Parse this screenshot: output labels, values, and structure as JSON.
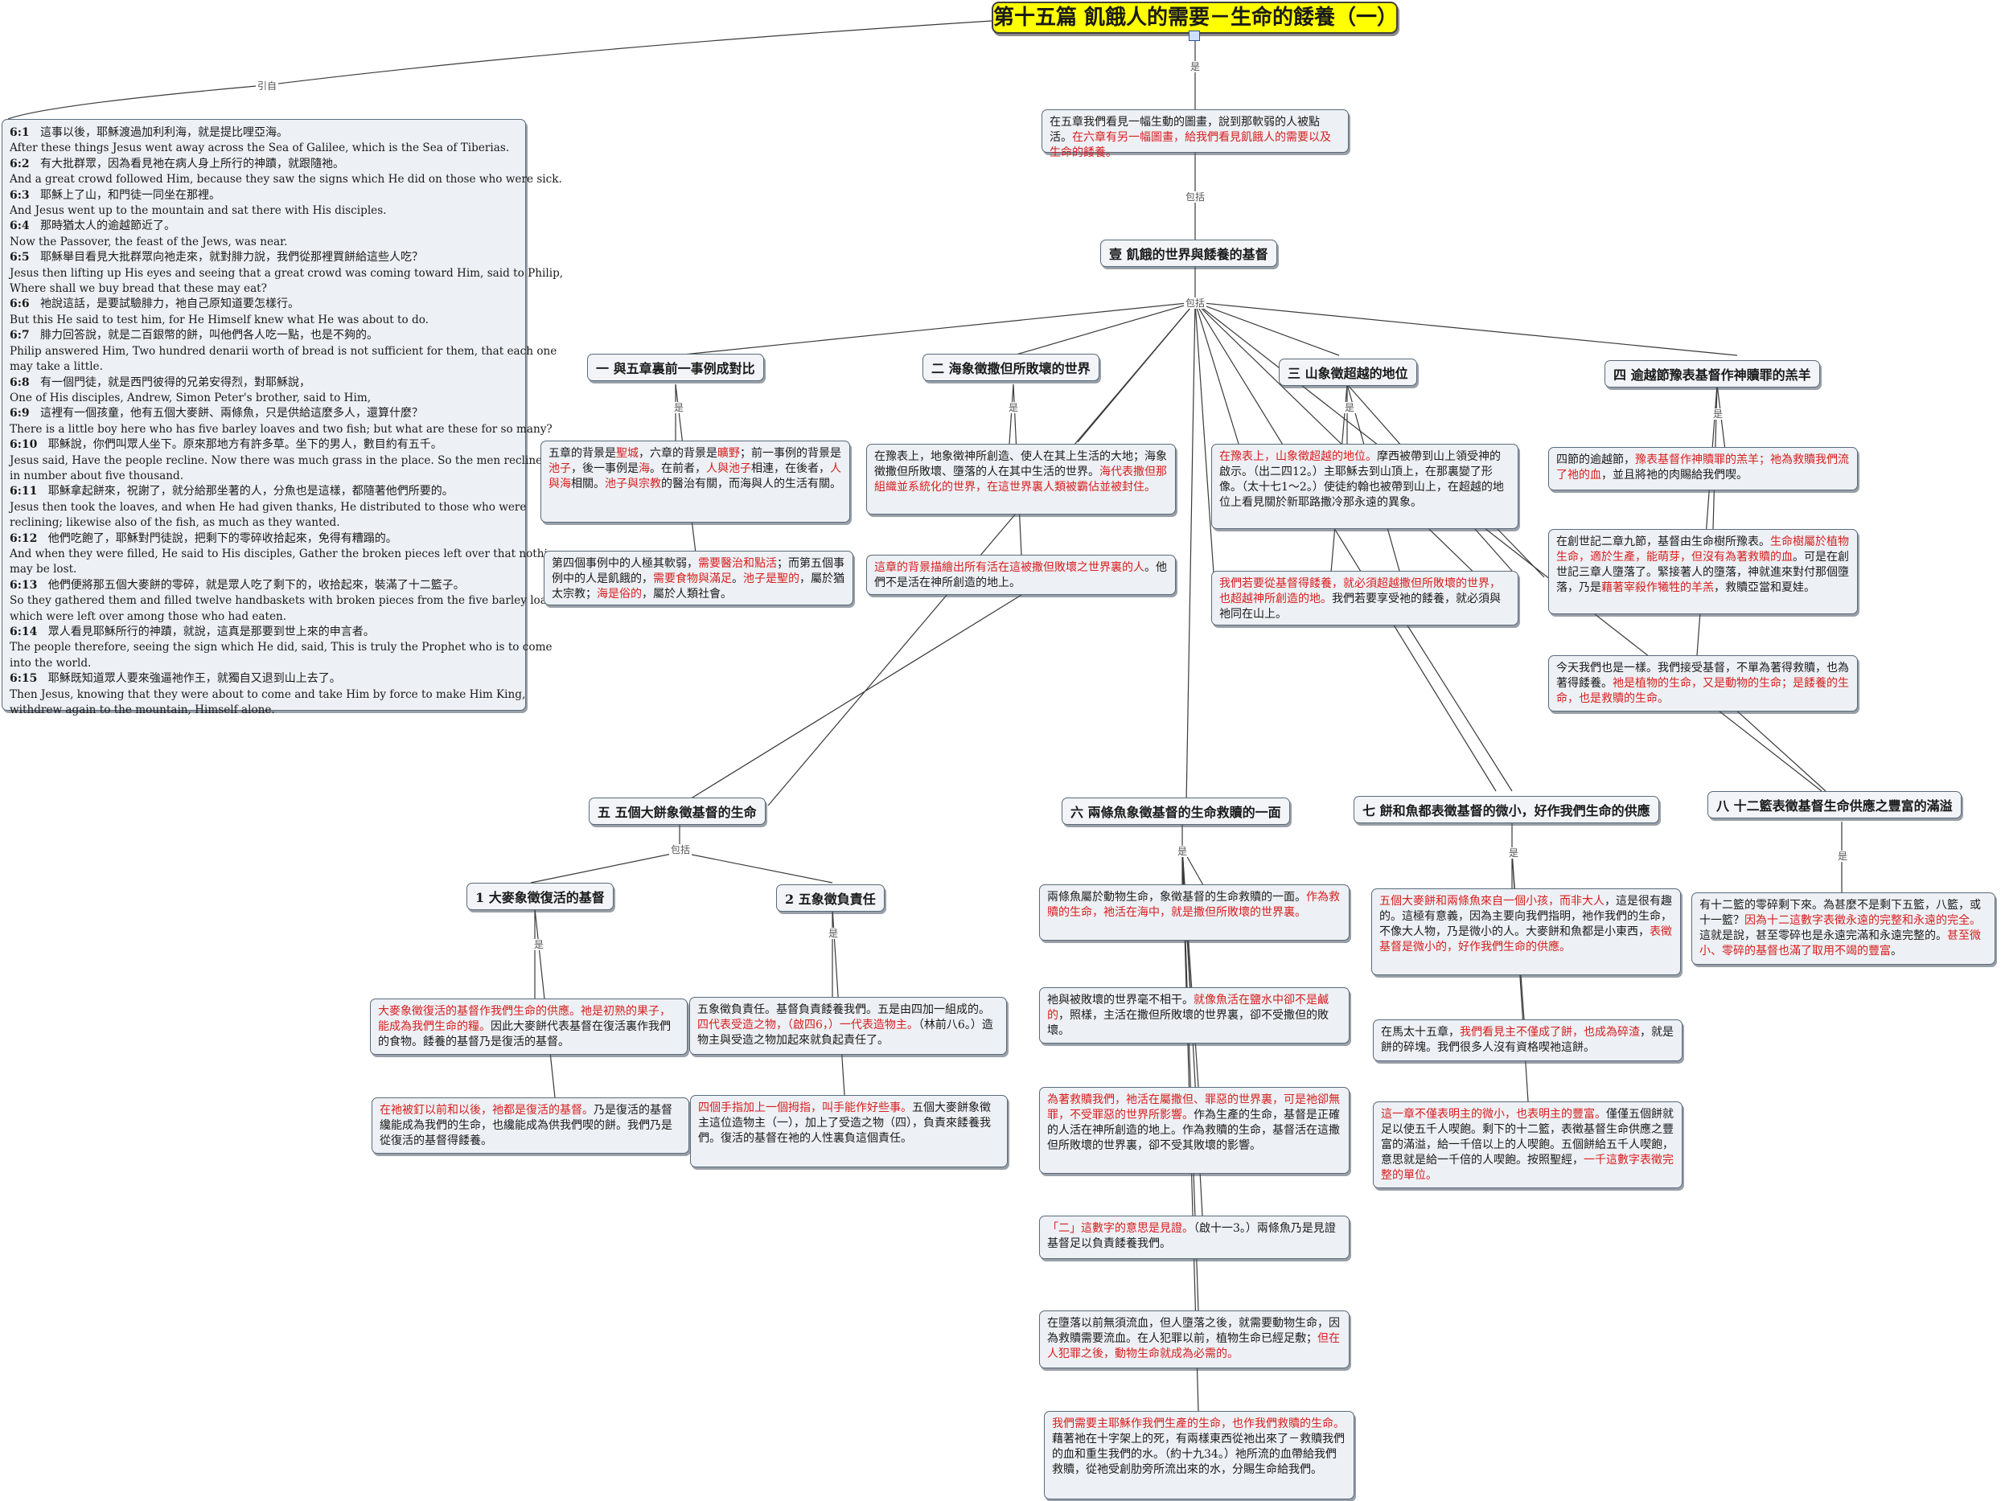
{
  "root": {
    "title": "第十五篇 飢餓人的需要－生命的餧養（一）"
  },
  "labels": {
    "quote": "引自",
    "is": "是",
    "includes": "包括"
  },
  "verses": [
    {
      "ref": "6:1",
      "zh": "這事以後，耶穌渡過加利利海，就是提比哩亞海。",
      "en": [
        "After these things Jesus went away across the Sea of Galilee, which is the Sea of Tiberias."
      ]
    },
    {
      "ref": "6:2",
      "zh": "有大批群眾，因為看見祂在病人身上所行的神蹟，就跟隨祂。",
      "en": [
        "And a great crowd followed Him, because they saw the signs which He did on those who were sick."
      ]
    },
    {
      "ref": "6:3",
      "zh": "耶穌上了山，和門徒一同坐在那裡。",
      "en": [
        "And Jesus went up to the mountain and sat there with His disciples."
      ]
    },
    {
      "ref": "6:4",
      "zh": "那時猶太人的逾越節近了。",
      "en": [
        "Now the Passover, the feast of the Jews, was near."
      ]
    },
    {
      "ref": "6:5",
      "zh": "耶穌舉目看見大批群眾向祂走來，就對腓力說，我們從那裡買餅給這些人吃？",
      "en": [
        "Jesus then lifting up His eyes and seeing that a great crowd was coming toward Him, said to Philip,",
        "Where shall we buy bread that these may eat?"
      ]
    },
    {
      "ref": "6:6",
      "zh": "祂說這話，是要試驗腓力，祂自己原知道要怎樣行。",
      "en": [
        "But this He said to test him, for He Himself knew what He was about to do."
      ]
    },
    {
      "ref": "6:7",
      "zh": "腓力回答說，就是二百銀幣的餅，叫他們各人吃一點，也是不夠的。",
      "en": [
        "Philip answered Him, Two hundred denarii worth of bread is not sufficient for them, that each one",
        " may take a little."
      ]
    },
    {
      "ref": "6:8",
      "zh": "有一個門徒，就是西門彼得的兄弟安得烈，對耶穌說，",
      "en": [
        "One of His disciples, Andrew, Simon Peter's brother, said to Him,"
      ]
    },
    {
      "ref": "6:9",
      "zh": "這裡有一個孩童，他有五個大麥餅、兩條魚，只是供給這麼多人，還算什麼？",
      "en": [
        "There is a little boy here who has five barley loaves and two fish; but what are these for so many?"
      ]
    },
    {
      "ref": "6:10",
      "zh": "耶穌說，你們叫眾人坐下。原來那地方有許多草。坐下的男人，數目約有五千。",
      "en": [
        "Jesus said, Have the people recline. Now there was much grass in the place. So the men reclined,",
        "in number about five thousand."
      ]
    },
    {
      "ref": "6:11",
      "zh": "耶穌拿起餅來，祝謝了，就分給那坐著的人，分魚也是這樣，都隨著他們所要的。",
      "en": [
        "Jesus then took the loaves, and when He had given thanks, He distributed to those who were",
        "reclining; likewise also of the fish, as much as they wanted."
      ]
    },
    {
      "ref": "6:12",
      "zh": "他們吃飽了，耶穌對門徒說，把剩下的零碎收拾起來，免得有糟蹋的。",
      "en": [
        "And when they were filled, He said to His disciples, Gather the broken pieces left over that nothing",
        " may be lost."
      ]
    },
    {
      "ref": "6:13",
      "zh": "他們便將那五個大麥餅的零碎，就是眾人吃了剩下的，收拾起來，裝滿了十二籃子。",
      "en": [
        "So they gathered them and filled twelve handbaskets with broken pieces from the five barley loaves",
        "which were left over among those who had eaten."
      ]
    },
    {
      "ref": "6:14",
      "zh": "眾人看見耶穌所行的神蹟，就說，這真是那要到世上來的申言者。",
      "en": [
        "The people therefore, seeing the sign which He did, said, This is truly the Prophet who is to come",
        "into the world."
      ]
    },
    {
      "ref": "6:15",
      "zh": "耶穌既知道眾人要來強逼祂作王，就獨自又退到山上去了。",
      "en": [
        "Then Jesus, knowing that they were about to come and take Him by force to make Him King,",
        "withdrew again to the mountain, Himself alone."
      ]
    }
  ],
  "intro": [
    {
      "t": "在五章我們看見一幅生動的圖畫，說到那軟弱的人被點活。"
    },
    {
      "t": "在六章有另一幅圖畫，給我們看見飢餓人的需要以及生命的餧養。",
      "r": true
    }
  ],
  "main_topic": "壹 飢餓的世界與餧養的基督",
  "topics": {
    "t1": "一 與五章裏前一事例成對比",
    "t2": "二 海象徵撒但所敗壞的世界",
    "t3": "三 山象徵超越的地位",
    "t4": "四 逾越節豫表基督作神贖罪的羔羊",
    "t5": "五 五個大餅象徵基督的生命",
    "t6": "六 兩條魚象徵基督的生命救贖的一面",
    "t7": "七 餅和魚都表徵基督的微小，好作我們生命的供應",
    "t8": "八 十二籃表徵基督生命供應之豐富的滿溢",
    "t5a": "1 大麥象徵復活的基督",
    "t5b": "2 五象徵負責任"
  },
  "notes": {
    "n1a": [
      {
        "t": "五章的背景是"
      },
      {
        "t": "聖城",
        "r": true
      },
      {
        "t": "，六章的背景是"
      },
      {
        "t": "曠野",
        "r": true
      },
      {
        "t": "；前一事例的背景是"
      },
      {
        "t": "池子",
        "r": true
      },
      {
        "t": "，後一事例是"
      },
      {
        "t": "海",
        "r": true
      },
      {
        "t": "。在前者，"
      },
      {
        "t": "人與池子",
        "r": true
      },
      {
        "t": "相連，在後者，"
      },
      {
        "t": "人與海",
        "r": true
      },
      {
        "t": "相關。"
      },
      {
        "t": "池子與宗教",
        "r": true
      },
      {
        "t": "的醫治有關，而海與人的生活有關。"
      }
    ],
    "n1b": [
      {
        "t": "第四個事例中的人極其軟弱，"
      },
      {
        "t": "需要醫治和點活",
        "r": true
      },
      {
        "t": "；而第五個事例中的人是飢餓的，"
      },
      {
        "t": "需要食物與滿足",
        "r": true
      },
      {
        "t": "。"
      },
      {
        "t": "池子是聖的",
        "r": true
      },
      {
        "t": "，屬於猶太宗教；"
      },
      {
        "t": "海是俗的",
        "r": true
      },
      {
        "t": "，屬於人類社會。"
      }
    ],
    "n2a": [
      {
        "t": "在豫表上，地象徵神所創造、使人在其上生活的大地；海象徵撒但所敗壞、墮落的人在其中生活的世界。"
      },
      {
        "t": "海代表撒但那組織並系統化的世界，在這世界裏人類被霸佔並被封住。",
        "r": true
      }
    ],
    "n2b": [
      {
        "t": "這章的背景描繪出所有活在這被撒但敗壞之世界裏的人",
        "r": true
      },
      {
        "t": "。他們不是活在神所創造的地上。"
      }
    ],
    "n3a": [
      {
        "t": "在豫表上，山象徵超越的地位。",
        "r": true
      },
      {
        "t": "摩西被帶到山上領受神的啟示。（出二四12。）主耶穌去到山頂上，在那裏變了形像。（太十七1～2。）使徒約翰也被帶到山上，在超越的地位上看見關於新耶路撒冷那永遠的異象。"
      }
    ],
    "n3b": [
      {
        "t": "我們若要從基督得餧養，就必須超越撒但所敗壞的世界，也超越神所創造的地。",
        "r": true
      },
      {
        "t": "我們若要享受祂的餧養，就必須與祂同在山上。"
      }
    ],
    "n4a": [
      {
        "t": "四節的逾越節，"
      },
      {
        "t": "豫表基督作神贖罪的羔羊；祂為救贖我們流了祂的血",
        "r": true
      },
      {
        "t": "，並且將祂的肉賜給我們喫。"
      }
    ],
    "n4b": [
      {
        "t": "在創世記二章九節，基督由生命樹所豫表。"
      },
      {
        "t": "生命樹屬於植物生命，適於生產，能萌芽，但沒有為著救贖的血",
        "r": true
      },
      {
        "t": "。可是在創世記三章人墮落了。緊接著人的墮落，神就進來對付那個墮落，乃是"
      },
      {
        "t": "藉著宰殺作犧牲的羊羔",
        "r": true
      },
      {
        "t": "，救贖亞當和夏娃。"
      }
    ],
    "n4c": [
      {
        "t": "今天我們也是一樣。我們接受基督，不單為著得救贖，也為著得餧養。"
      },
      {
        "t": "祂是植物的生命，又是動物的生命；是餧養的生命，也是救贖的生命。",
        "r": true
      }
    ],
    "n5a1": [
      {
        "t": "大麥象徵復活的基督作我們生命的供應。祂是初熟的果子，能成為我們生命的糧。",
        "r": true
      },
      {
        "t": "因此大麥餅代表基督在復活裏作我們的食物。餧養的基督乃是復活的基督。"
      }
    ],
    "n5a2": [
      {
        "t": "在祂被釘以前和以後，祂都是復活的基督。",
        "r": true
      },
      {
        "t": "乃是復活的基督纔能成為我們的生命，也纔能成為供我們喫的餅。我們乃是從復活的基督得餧養。"
      }
    ],
    "n5b1": [
      {
        "t": "五象徵負責任。基督負責餧養我們。五是由四加一組成的。"
      },
      {
        "t": "四代表受造之物，（啟四6，）一代表造物主。",
        "r": true
      },
      {
        "t": "（林前八6。）造物主與受造之物加起來就負起責任了。"
      }
    ],
    "n5b2": [
      {
        "t": "四個手指加上一個拇指，叫手能作好些事。",
        "r": true
      },
      {
        "t": "五個大麥餅象徵主這位造物主（一），加上了受造之物（四），負責來餧養我們。復活的基督在祂的人性裏負這個責任。"
      }
    ],
    "n6a": [
      {
        "t": "兩條魚屬於動物生命，象徵基督的生命救贖的一面。"
      },
      {
        "t": "作為救贖的生命，祂活在海中，就是撒但所敗壞的世界裏。",
        "r": true
      }
    ],
    "n6b": [
      {
        "t": "祂與被敗壞的世界毫不相干。"
      },
      {
        "t": "就像魚活在鹽水中卻不是鹹的",
        "r": true
      },
      {
        "t": "，照樣，主活在撒但所敗壞的世界裏，卻不受撒但的敗壞。"
      }
    ],
    "n6c": [
      {
        "t": "為著救贖我們，祂活在屬撒但、罪惡的世界裏，可是祂卻無罪，不受罪惡的世界所影響。",
        "r": true
      },
      {
        "t": "作為生產的生命，基督是正確的人活在神所創造的地上。作為救贖的生命，基督活在這撒但所敗壞的世界裏，卻不受其敗壞的影響。"
      }
    ],
    "n6d": [
      {
        "t": "「二」這數字的意思是見證。",
        "r": true
      },
      {
        "t": "（啟十一3。）兩條魚乃是見證基督足以負責餧養我們。"
      }
    ],
    "n6e": [
      {
        "t": "在墮落以前無須流血，但人墮落之後，就需要動物生命，因為救贖需要流血。在人犯罪以前，植物生命已經足敷；"
      },
      {
        "t": "但在人犯罪之後，動物生命就成為必需的。",
        "r": true
      }
    ],
    "n6f": [
      {
        "t": "我們需要主耶穌作我們生產的生命，也作我們救贖的生命。",
        "r": true
      },
      {
        "t": "藉著祂在十字架上的死，有兩樣東西從祂出來了－救贖我們的血和重生我們的水。（約十九34。）祂所流的血帶給我們救贖，從祂受創肋旁所流出來的水，分賜生命給我們。"
      }
    ],
    "n7a": [
      {
        "t": "五個大麥餅和兩條魚來自一個小孩，而非大人",
        "r": true
      },
      {
        "t": "，這是很有趣的。這極有意義，因為主要向我們指明，祂作我們的生命，不像大人物，乃是微小的人。大麥餅和魚都是小東西，"
      },
      {
        "t": "表徵基督是微小的，好作我們生命的供應。",
        "r": true
      }
    ],
    "n7b": [
      {
        "t": "在馬太十五章，"
      },
      {
        "t": "我們看見主不僅成了餅，也成為碎渣",
        "r": true
      },
      {
        "t": "，就是餅的碎塊。我們很多人沒有資格喫祂這餅。"
      }
    ],
    "n7c": [
      {
        "t": "這一章不僅表明主的微小，也表明主的豐富。",
        "r": true
      },
      {
        "t": "僅僅五個餅就足以使五千人喫飽。剩下的十二籃，表徵基督生命供應之豐富的滿溢，給一千倍以上的人喫飽。五個餅給五千人喫飽，意思就是給一千倍的人喫飽。按照聖經，"
      },
      {
        "t": "一千這數字表徵完整的單位。",
        "r": true
      }
    ],
    "n8a": [
      {
        "t": "有十二籃的零碎剩下來。為甚麼不是剩下五籃，八籃，或十一籃？"
      },
      {
        "t": "因為十二這數字表徵永遠的完整和永遠的完全。",
        "r": true
      },
      {
        "t": "這就是說，甚至零碎也是永遠完滿和永遠完整的。"
      },
      {
        "t": "甚至微小、零碎的基督也滿了取用不竭的豐富",
        "r": true
      },
      {
        "t": "。"
      }
    ]
  }
}
